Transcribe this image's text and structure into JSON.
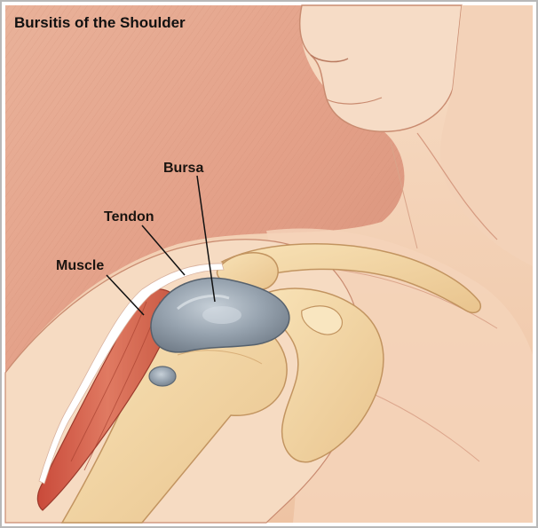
{
  "title": "Bursitis of the Shoulder",
  "labels": {
    "bursa": "Bursa",
    "tendon": "Tendon",
    "muscle": "Muscle"
  },
  "colors": {
    "background_wash": "#e6a48a",
    "skin": "#f2cdb0",
    "bone": "#f4d7a6",
    "muscle": "#d45c4a",
    "tendon": "#ffffff",
    "bursa": "#8f9aa5",
    "leader_line": "#111111",
    "border": "#b0b0b0"
  }
}
